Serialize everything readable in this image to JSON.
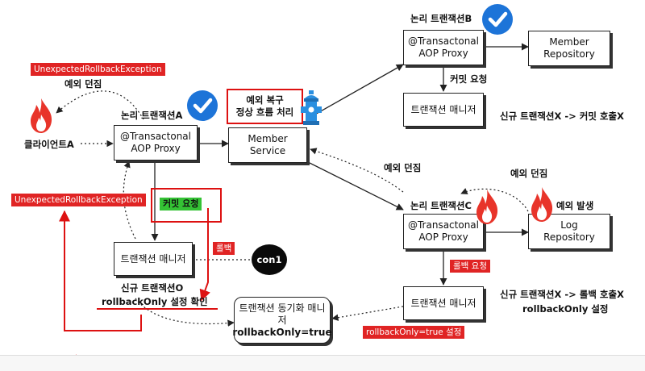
{
  "boxes": {
    "proxy_a": [
      "@Transactonal",
      "AOP Proxy"
    ],
    "member_service": [
      "Member",
      "Service"
    ],
    "proxy_b": [
      "@Transactonal",
      "AOP Proxy"
    ],
    "member_repository": [
      "Member",
      "Repository"
    ],
    "tm_b": "트랜잭션 매니저",
    "proxy_c": [
      "@Transactonal",
      "AOP Proxy"
    ],
    "log_repository": [
      "Log",
      "Repository"
    ],
    "tm_c": "트랜잭션 매니저",
    "tm_a": "트랜잭션 매니저",
    "sync_manager": [
      "트랜잭션 동기화 매니저",
      "rollbackOnly=true"
    ],
    "recover": [
      "예외 복구",
      "정상 흐름 처리"
    ]
  },
  "labels": {
    "logical_tx_a": "논리 트랜잭션A",
    "logical_tx_b": "논리 트랜잭션B",
    "logical_tx_c": "논리 트랜잭션C",
    "client": "클라이언트A",
    "throw_exception_top": "예외 던짐",
    "commit_request_b": "커밋 요청",
    "new_tx_x_commit": "신규 트랜잭션X -> 커밋 호출X",
    "throw_exception_mid": "예외 던짐",
    "throw_exception_log": "예외 던짐",
    "exception_occurs": "예외 발생",
    "new_tx_x_rollback": "신규 트랜잭션X -> 롤백 호출X",
    "rollback_only_set": "rollbackOnly 설정",
    "new_tx_o": "신규 트랜잭션O",
    "rollback_only_check": "rollbackOnly 설정 확인",
    "con1": "con1"
  },
  "tags": {
    "unexpected_top": "UnexpectedRollbackException",
    "unexpected_left": "UnexpectedRollbackException",
    "commit_request_a": "커밋 요청",
    "rollback": "롤백",
    "rollback_request": "롤백 요청",
    "rollback_only_true_set": "rollbackOnly=true 설정"
  },
  "colors": {
    "red": "#e02424",
    "green": "#34c234",
    "check_blue": "#1d74d8",
    "hydrant_blue": "#2a8fe0",
    "flame_red": "#e8342a"
  },
  "icons": [
    "check-icon",
    "flame-icon",
    "fire-hydrant-icon",
    "connection-icon"
  ]
}
